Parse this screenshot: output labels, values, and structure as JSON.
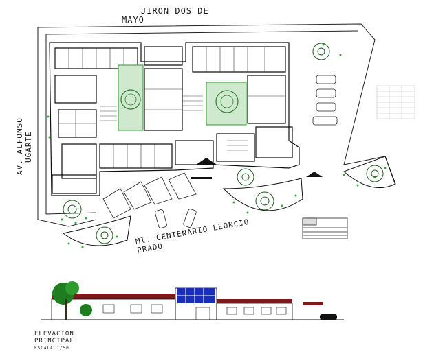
{
  "labels": {
    "street_top_line1": "JIRON DOS DE",
    "street_top_line2": "MAYO",
    "street_left_line1": "AV. ALFONSO",
    "street_left_line2": "UGARTE",
    "street_bottom_line1": "Ml. CENTENARIO LEONCIO",
    "street_bottom_line2": "PRADO",
    "elevation_title_line1": "ELEVACION",
    "elevation_title_line2": "PRINCIPAL",
    "elevation_scale": "ESCALA 1/50"
  },
  "colors": {
    "line": "#111111",
    "vegetation": "#2e9b2e",
    "tree_dots": "#33aa33",
    "roof": "#7a1a1a",
    "glass": "#1a2fb8",
    "tree_green": "#1e7d1e"
  }
}
